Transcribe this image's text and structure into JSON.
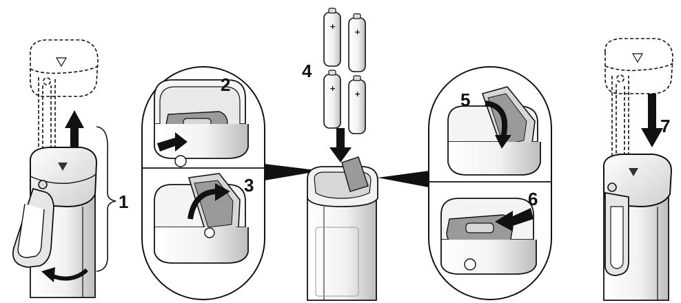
{
  "steps": {
    "s1": "1",
    "s2": "2",
    "s3": "3",
    "s4": "4",
    "s5": "5",
    "s6": "6",
    "s7": "7"
  },
  "battery_polarity": "+",
  "colors": {
    "line": "#111111",
    "body_fill": "#ffffff",
    "shade": "#9a9a9a",
    "light_shade": "#d7d7d7",
    "arrow": "#111111"
  }
}
